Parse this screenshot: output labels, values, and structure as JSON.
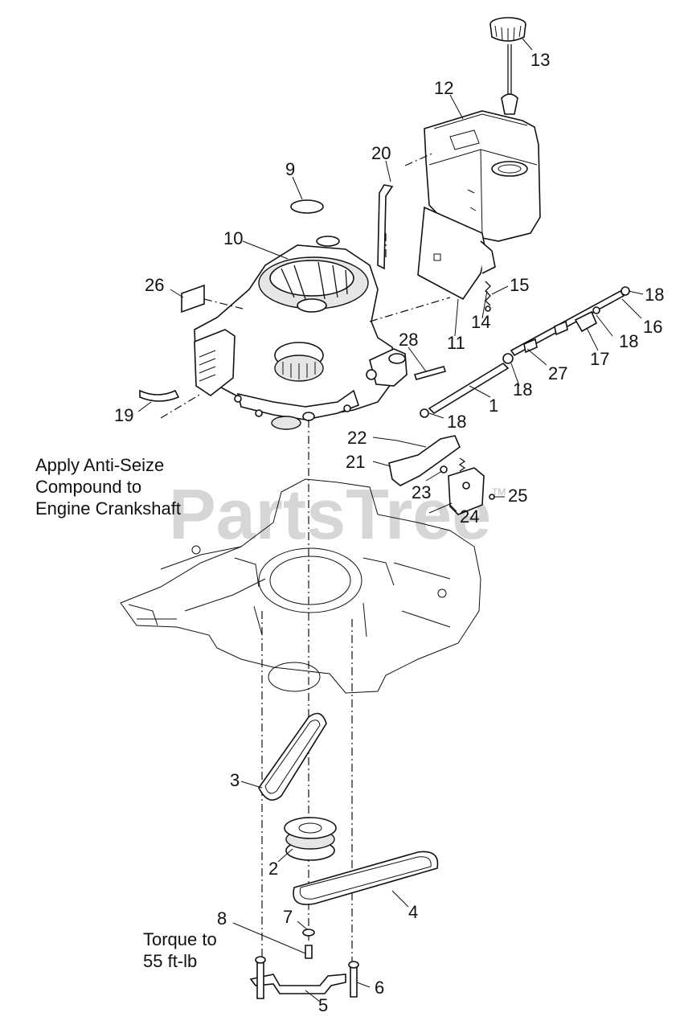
{
  "watermark": {
    "text": "PartsTree",
    "tm": "TM"
  },
  "notes": {
    "anti_seize": [
      "Apply Anti-Seize",
      "Compound to",
      "Engine Crankshaft"
    ],
    "torque": [
      "Torque to",
      "55 ft-lb"
    ]
  },
  "callouts": [
    {
      "id": "c13",
      "label": "13"
    },
    {
      "id": "c12",
      "label": "12"
    },
    {
      "id": "c20",
      "label": "20"
    },
    {
      "id": "c9",
      "label": "9"
    },
    {
      "id": "c10",
      "label": "10"
    },
    {
      "id": "c26",
      "label": "26"
    },
    {
      "id": "c15",
      "label": "15"
    },
    {
      "id": "c18a",
      "label": "18"
    },
    {
      "id": "c16",
      "label": "16"
    },
    {
      "id": "c14",
      "label": "14"
    },
    {
      "id": "c11",
      "label": "11"
    },
    {
      "id": "c18b",
      "label": "18"
    },
    {
      "id": "c28",
      "label": "28"
    },
    {
      "id": "c17",
      "label": "17"
    },
    {
      "id": "c27",
      "label": "27"
    },
    {
      "id": "c18c",
      "label": "18"
    },
    {
      "id": "c19",
      "label": "19"
    },
    {
      "id": "c1",
      "label": "1"
    },
    {
      "id": "c18d",
      "label": "18"
    },
    {
      "id": "c22",
      "label": "22"
    },
    {
      "id": "c21",
      "label": "21"
    },
    {
      "id": "c23",
      "label": "23"
    },
    {
      "id": "c25",
      "label": "25"
    },
    {
      "id": "c24",
      "label": "24"
    },
    {
      "id": "c3",
      "label": "3"
    },
    {
      "id": "c2",
      "label": "2"
    },
    {
      "id": "c4",
      "label": "4"
    },
    {
      "id": "c8",
      "label": "8"
    },
    {
      "id": "c7",
      "label": "7"
    },
    {
      "id": "c6",
      "label": "6"
    },
    {
      "id": "c5",
      "label": "5"
    }
  ]
}
